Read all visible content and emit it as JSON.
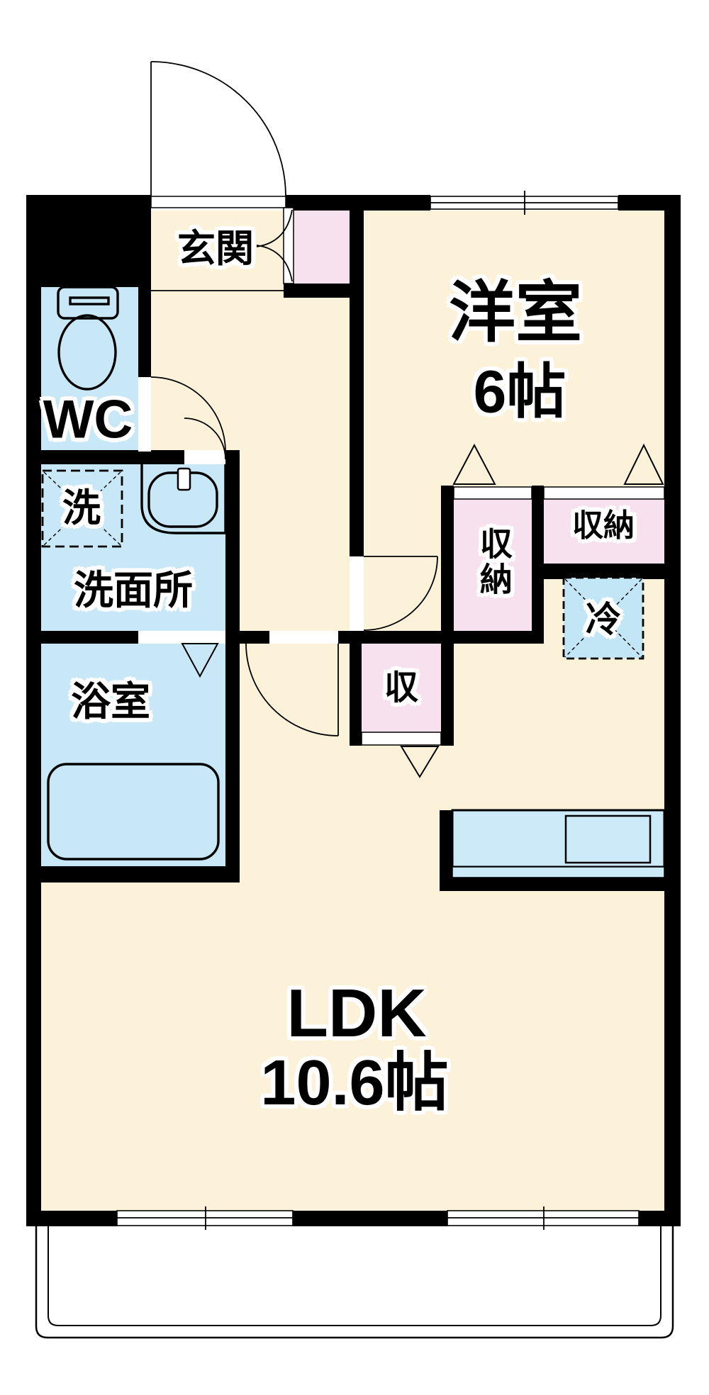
{
  "labels": {
    "genkan": "玄関",
    "western_room": "洋室",
    "western_room_size": "6帖",
    "wc": "WC",
    "washer": "洗",
    "washroom": "洗面所",
    "bathroom": "浴室",
    "closet_mid": "収納",
    "closet_right": "収納",
    "closet_hall": "収",
    "fridge": "冷",
    "ldk": "LDK",
    "ldk_size": "10.6帖"
  },
  "colors": {
    "c-floor": "#FCF2DA",
    "c-wet": "#C9E8F7",
    "c-closet": "#F8E1EF",
    "c-wall": "#000000",
    "c-counter": "#CDEAF9",
    "c-fridge": "#C3E6F6",
    "c-balcony": "#FFFFFF"
  }
}
